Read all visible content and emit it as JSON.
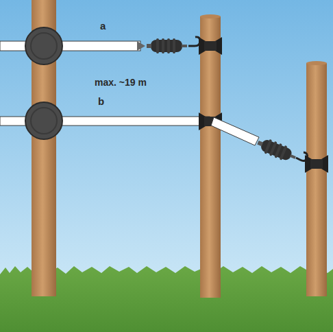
{
  "diagram": {
    "labels": [
      "a",
      "max. ~19 m",
      "b"
    ]
  }
}
